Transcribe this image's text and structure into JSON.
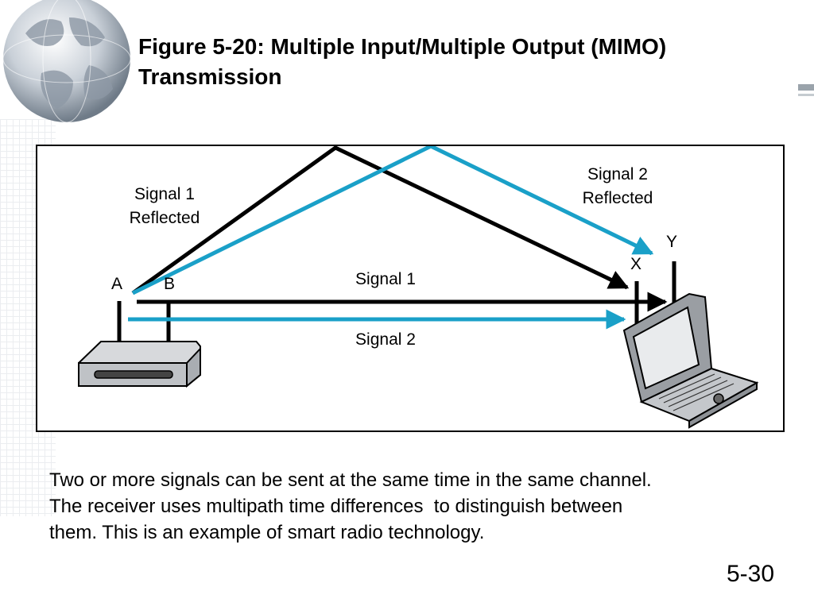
{
  "slide": {
    "title_line1": "Figure 5-20: Multiple Input/Multiple Output (MIMO)",
    "title_line2": "Transmission",
    "caption_line1": "Two or more signals can be sent at the same time in the same channel.",
    "caption_line2": "The receiver uses multipath time differences  to distinguish between",
    "caption_line3": "them. This is an example of smart radio technology.",
    "page_number": "5-30"
  },
  "diagram": {
    "signal1_reflected_line1": "Signal 1",
    "signal1_reflected_line2": "Reflected",
    "signal2_reflected_line1": "Signal 2",
    "signal2_reflected_line2": "Reflected",
    "label_a": "A",
    "label_b": "B",
    "label_x": "X",
    "label_y": "Y",
    "signal1_label": "Signal 1",
    "signal2_label": "Signal 2",
    "colors": {
      "signal1": "#000000",
      "signal2": "#1aa0c8"
    },
    "icons": [
      "globe-icon",
      "wireless-router-icon",
      "laptop-icon"
    ]
  }
}
